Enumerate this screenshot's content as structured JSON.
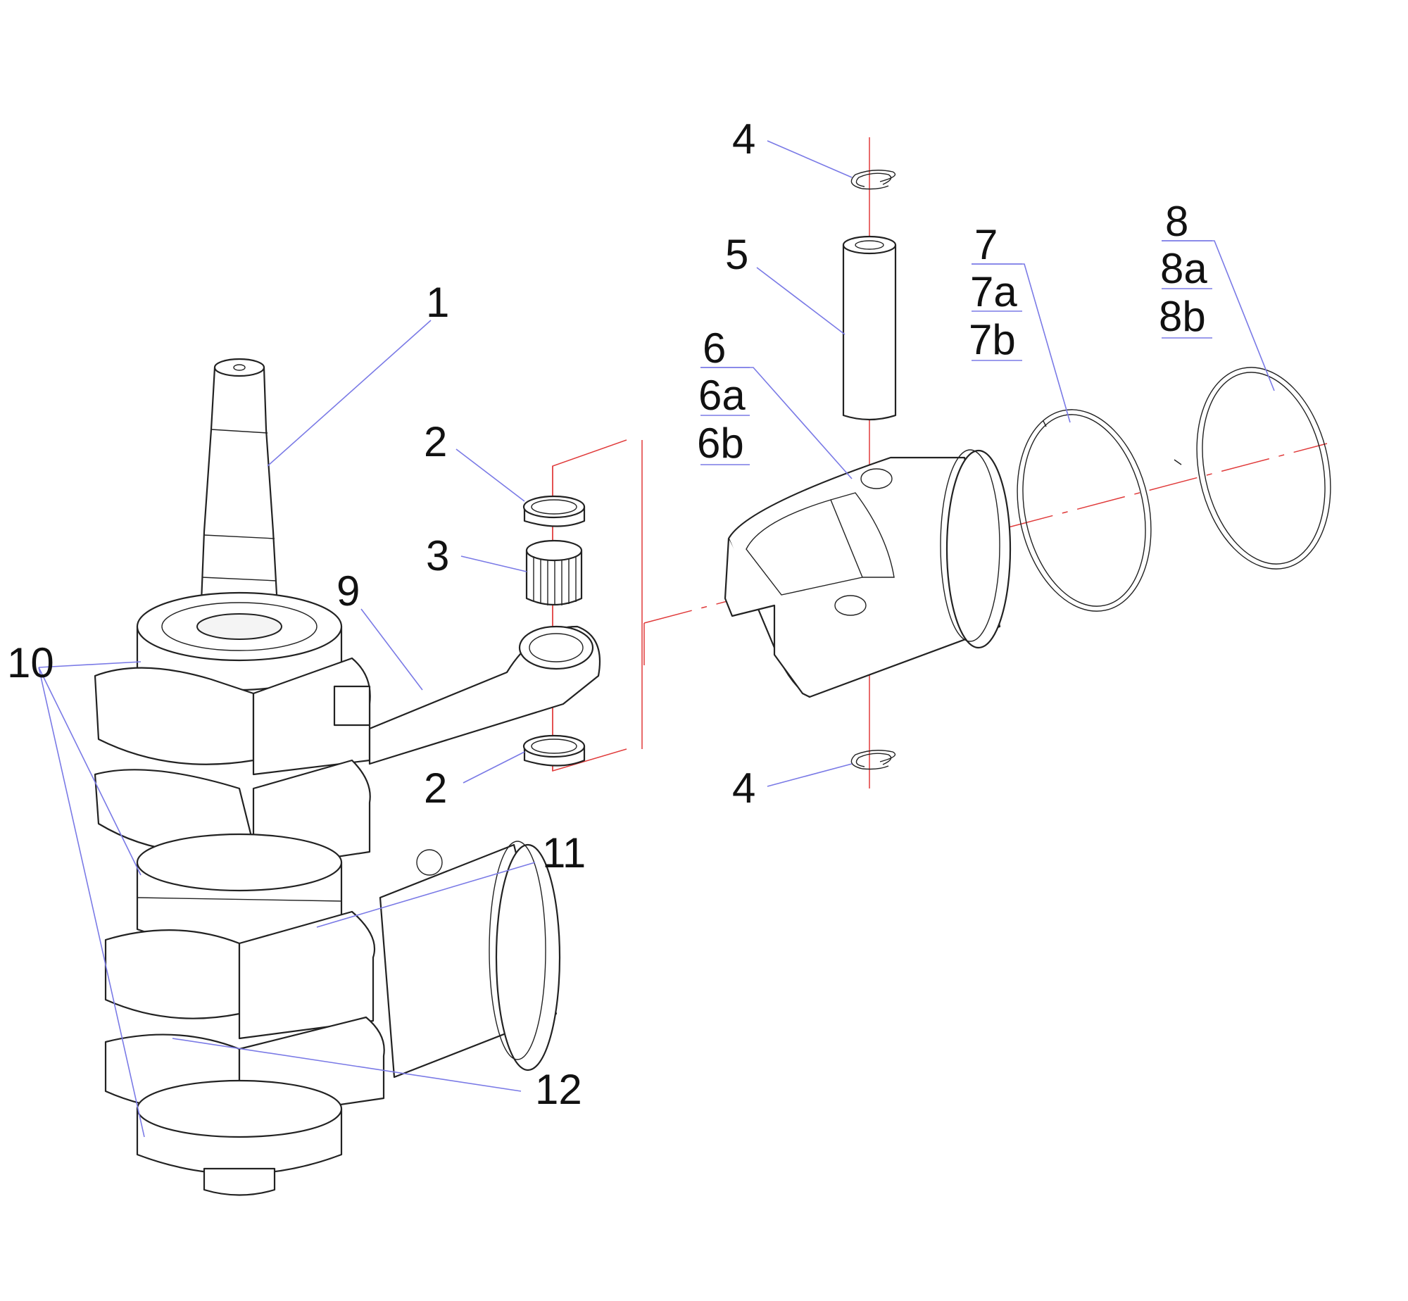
{
  "diagram": {
    "callouts": {
      "c1": "1",
      "c2_top": "2",
      "c2_bottom": "2",
      "c3": "3",
      "c4_top": "4",
      "c4_bottom": "4",
      "c5": "5",
      "c6": "6",
      "c6a": "6a",
      "c6b": "6b",
      "c7": "7",
      "c7a": "7a",
      "c7b": "7b",
      "c8": "8",
      "c8a": "8a",
      "c8b": "8b",
      "c9": "9",
      "c10": "10",
      "c11": "11",
      "c12": "12"
    },
    "colors": {
      "leader_lines": "#7a7ae6",
      "center_lines": "#e03a3a",
      "part_outline": "#222222"
    }
  }
}
